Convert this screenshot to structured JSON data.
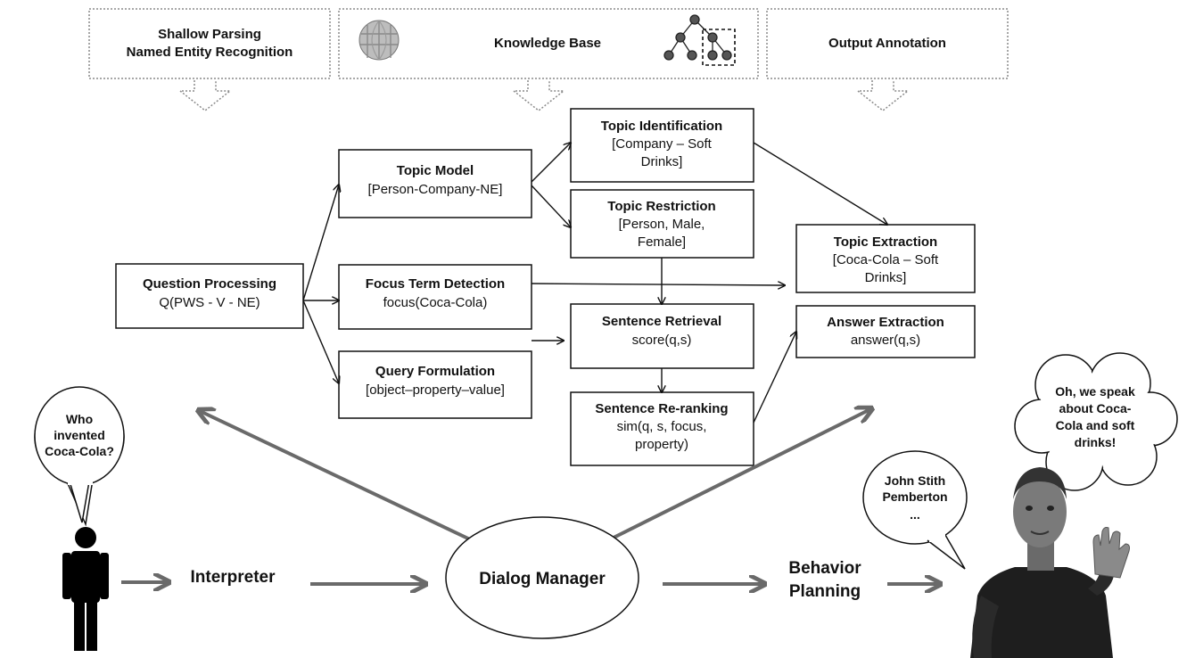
{
  "top_bars": {
    "left": {
      "line1": "Shallow Parsing",
      "line2": "Named Entity Recognition"
    },
    "middle": {
      "title": "Knowledge Base",
      "logo": "wikipedia-globe-icon",
      "graph": "tree-graph-icon"
    },
    "right": {
      "title": "Output Annotation"
    }
  },
  "pipeline": {
    "question_processing": {
      "title": "Question Processing",
      "lines": [
        "Q(PWS - V - NE)"
      ]
    },
    "topic_model": {
      "title": "Topic Model",
      "lines": [
        "[Person-Company-NE]"
      ]
    },
    "focus_term_detection": {
      "title": "Focus Term Detection",
      "lines": [
        "focus(Coca-Cola)"
      ]
    },
    "query_formulation": {
      "title": "Query Formulation",
      "lines": [
        "[object–property–value]"
      ]
    },
    "topic_identification": {
      "title": "Topic Identification",
      "lines": [
        "[Company – Soft",
        "Drinks]"
      ]
    },
    "topic_restriction": {
      "title": "Topic Restriction",
      "lines": [
        "[Person, Male,",
        "Female]"
      ]
    },
    "sentence_retrieval": {
      "title": "Sentence Retrieval",
      "lines": [
        "score(q,s)"
      ]
    },
    "sentence_reranking": {
      "title": "Sentence Re-ranking",
      "lines": [
        "sim(q, s, focus,",
        "property)"
      ]
    },
    "topic_extraction": {
      "title": "Topic Extraction",
      "lines": [
        "[Coca-Cola – Soft",
        "Drinks]"
      ]
    },
    "answer_extraction": {
      "title": "Answer Extraction",
      "lines": [
        "answer(q,s)"
      ]
    }
  },
  "bottom": {
    "user_question": [
      "Who",
      "invented",
      "Coca-Cola?"
    ],
    "interpreter": "Interpreter",
    "dialog_manager": "Dialog Manager",
    "behavior_planning": [
      "Behavior",
      "Planning"
    ],
    "agent_answer": [
      "John Stith",
      "Pemberton",
      "..."
    ],
    "agent_thought": [
      "Oh, we speak",
      "about Coca-",
      "Cola and soft",
      "drinks!"
    ]
  },
  "colors": {
    "ink": "#111111",
    "grey_arrow": "#6a6a6a",
    "dotted": "#8a8a8a"
  }
}
